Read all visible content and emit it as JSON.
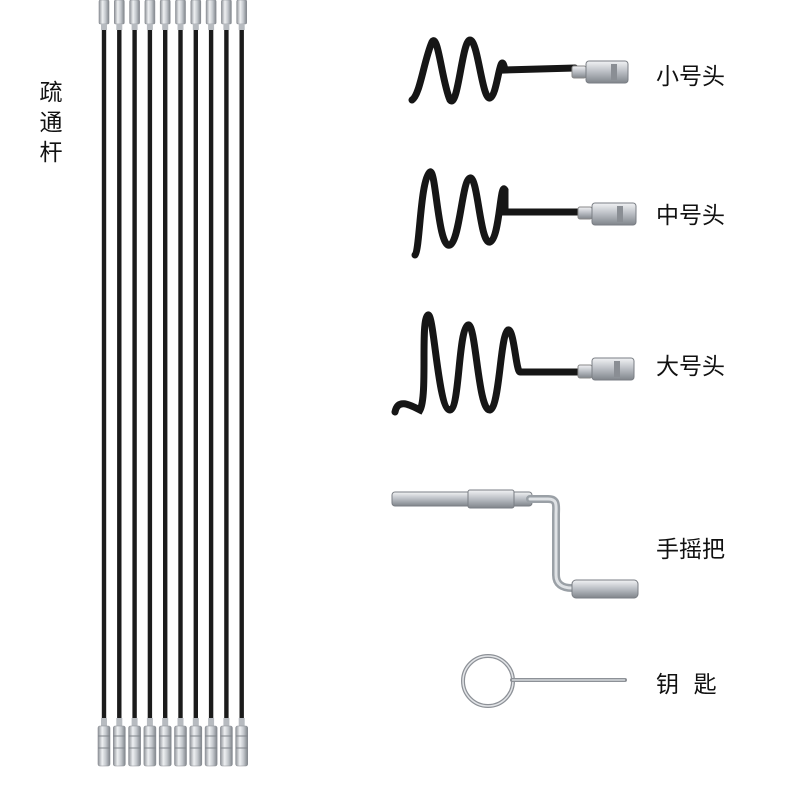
{
  "rods_label": "疏通杆",
  "rod_count": 10,
  "parts": [
    {
      "id": "small-head",
      "label": "小号头",
      "icon": "small-spring-head-icon"
    },
    {
      "id": "medium-head",
      "label": "中号头",
      "icon": "medium-spring-head-icon"
    },
    {
      "id": "large-head",
      "label": "大号头",
      "icon": "large-spring-head-icon"
    },
    {
      "id": "crank-handle",
      "label": "手摇把",
      "icon": "crank-handle-icon"
    },
    {
      "id": "key",
      "label": "钥  匙",
      "icon": "key-icon"
    }
  ],
  "colors": {
    "background": "#ffffff",
    "rod": "#1b1b1b",
    "spring": "#161616",
    "metal": "#c9ccd1",
    "text": "#111111"
  }
}
